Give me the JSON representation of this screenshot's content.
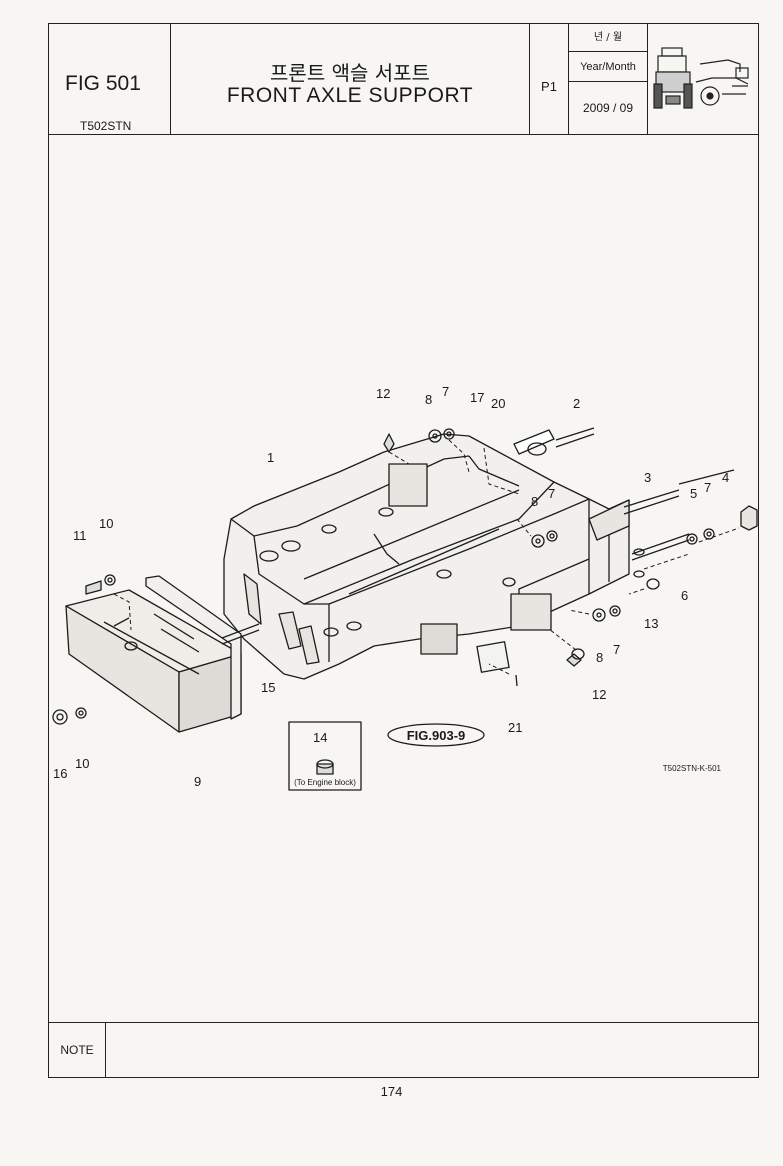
{
  "header": {
    "fig_no": "FIG 501",
    "model": "T502STN",
    "title_ko": "프론트 액슬 서포트",
    "title_en": "FRONT AXLE  SUPPORT",
    "page": "P1",
    "date_label_ko": "년 / 월",
    "date_label_en": "Year/Month",
    "date_value": "2009 / 09"
  },
  "diagram": {
    "callouts": [
      {
        "id": "c12a",
        "text": "12"
      },
      {
        "id": "c8a",
        "text": "8"
      },
      {
        "id": "c7a",
        "text": "7"
      },
      {
        "id": "c17",
        "text": "17"
      },
      {
        "id": "c20",
        "text": "20"
      },
      {
        "id": "c2",
        "text": "2"
      },
      {
        "id": "c1",
        "text": "1"
      },
      {
        "id": "c3",
        "text": "3"
      },
      {
        "id": "c5",
        "text": "5"
      },
      {
        "id": "c7b",
        "text": "7"
      },
      {
        "id": "c4",
        "text": "4"
      },
      {
        "id": "c8b",
        "text": "8"
      },
      {
        "id": "c7c",
        "text": "7"
      },
      {
        "id": "c6",
        "text": "6"
      },
      {
        "id": "c13",
        "text": "13"
      },
      {
        "id": "c8c",
        "text": "8"
      },
      {
        "id": "c7d",
        "text": "7"
      },
      {
        "id": "c12b",
        "text": "12"
      },
      {
        "id": "c11",
        "text": "11"
      },
      {
        "id": "c10a",
        "text": "10"
      },
      {
        "id": "c15",
        "text": "15"
      },
      {
        "id": "c21",
        "text": "21"
      },
      {
        "id": "c16",
        "text": "16"
      },
      {
        "id": "c10b",
        "text": "10"
      },
      {
        "id": "c9",
        "text": "9"
      },
      {
        "id": "c14",
        "text": "14"
      }
    ],
    "fig_ref": "FIG.903-9",
    "inset_note": "(To Engine block)",
    "drawing_code": "T502STN-K-501"
  },
  "note": {
    "label": "NOTE",
    "text": ""
  },
  "page_number": "174"
}
